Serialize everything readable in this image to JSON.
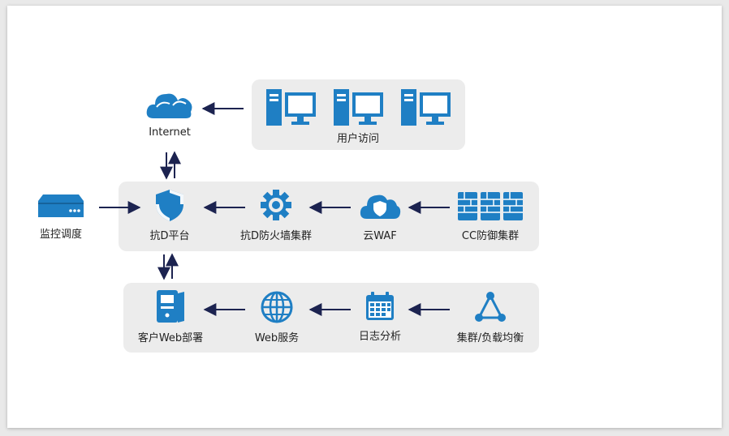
{
  "colors": {
    "icon": "#1f7fc4",
    "arrow": "#1c2350",
    "panel": "#ececec"
  },
  "nodes": {
    "users": "用户访问",
    "internet": "Internet",
    "monitor": "监控调度",
    "anti_d": "抗D平台",
    "firewall": "抗D防火墙集群",
    "waf": "云WAF",
    "cc": "CC防御集群",
    "web_deploy": "客户Web部署",
    "web_service": "Web服务",
    "log": "日志分析",
    "lb": "集群/负载均衡"
  }
}
